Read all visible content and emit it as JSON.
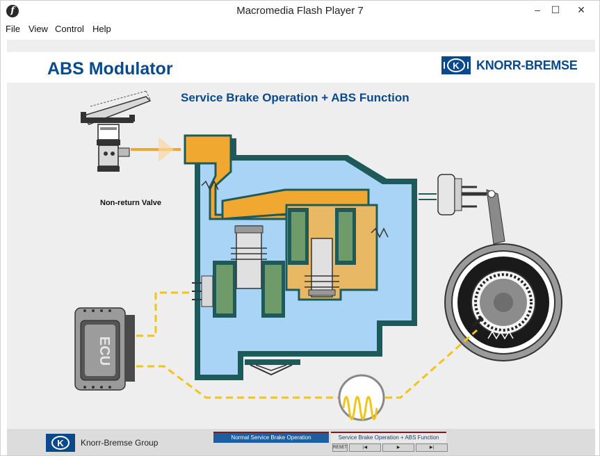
{
  "window": {
    "title": "Macromedia Flash Player 7",
    "app_icon_glyph": "f",
    "controls": {
      "minimize": "–",
      "maximize": "☐",
      "close": "✕"
    }
  },
  "menu": [
    "File",
    "View",
    "Control",
    "Help"
  ],
  "stage": {
    "page_title": "ABS Modulator",
    "brand": "KNORR-BREMSE",
    "diagram_title": "Service Brake Operation + ABS Function",
    "valve_label": "Non-return Valve",
    "ecu_label": "ECU"
  },
  "footer": {
    "company": "Knorr-Bremse Group",
    "tabs": [
      "Normal Service Brake Operation",
      "Service Brake Operation + ABS Function"
    ],
    "active_tab": "Service Brake Operation + ABS Function",
    "controls": [
      "RESET",
      "|◀",
      "▶",
      "▶|"
    ]
  },
  "colors": {
    "brand_blue": "#0b4a8a",
    "air_blue": "#a9d4f5",
    "outline": "#1e5a5a",
    "pressure_orange": "#f0a830",
    "signal_yellow": "#f2c318",
    "coil_green": "#6f9a6a"
  }
}
